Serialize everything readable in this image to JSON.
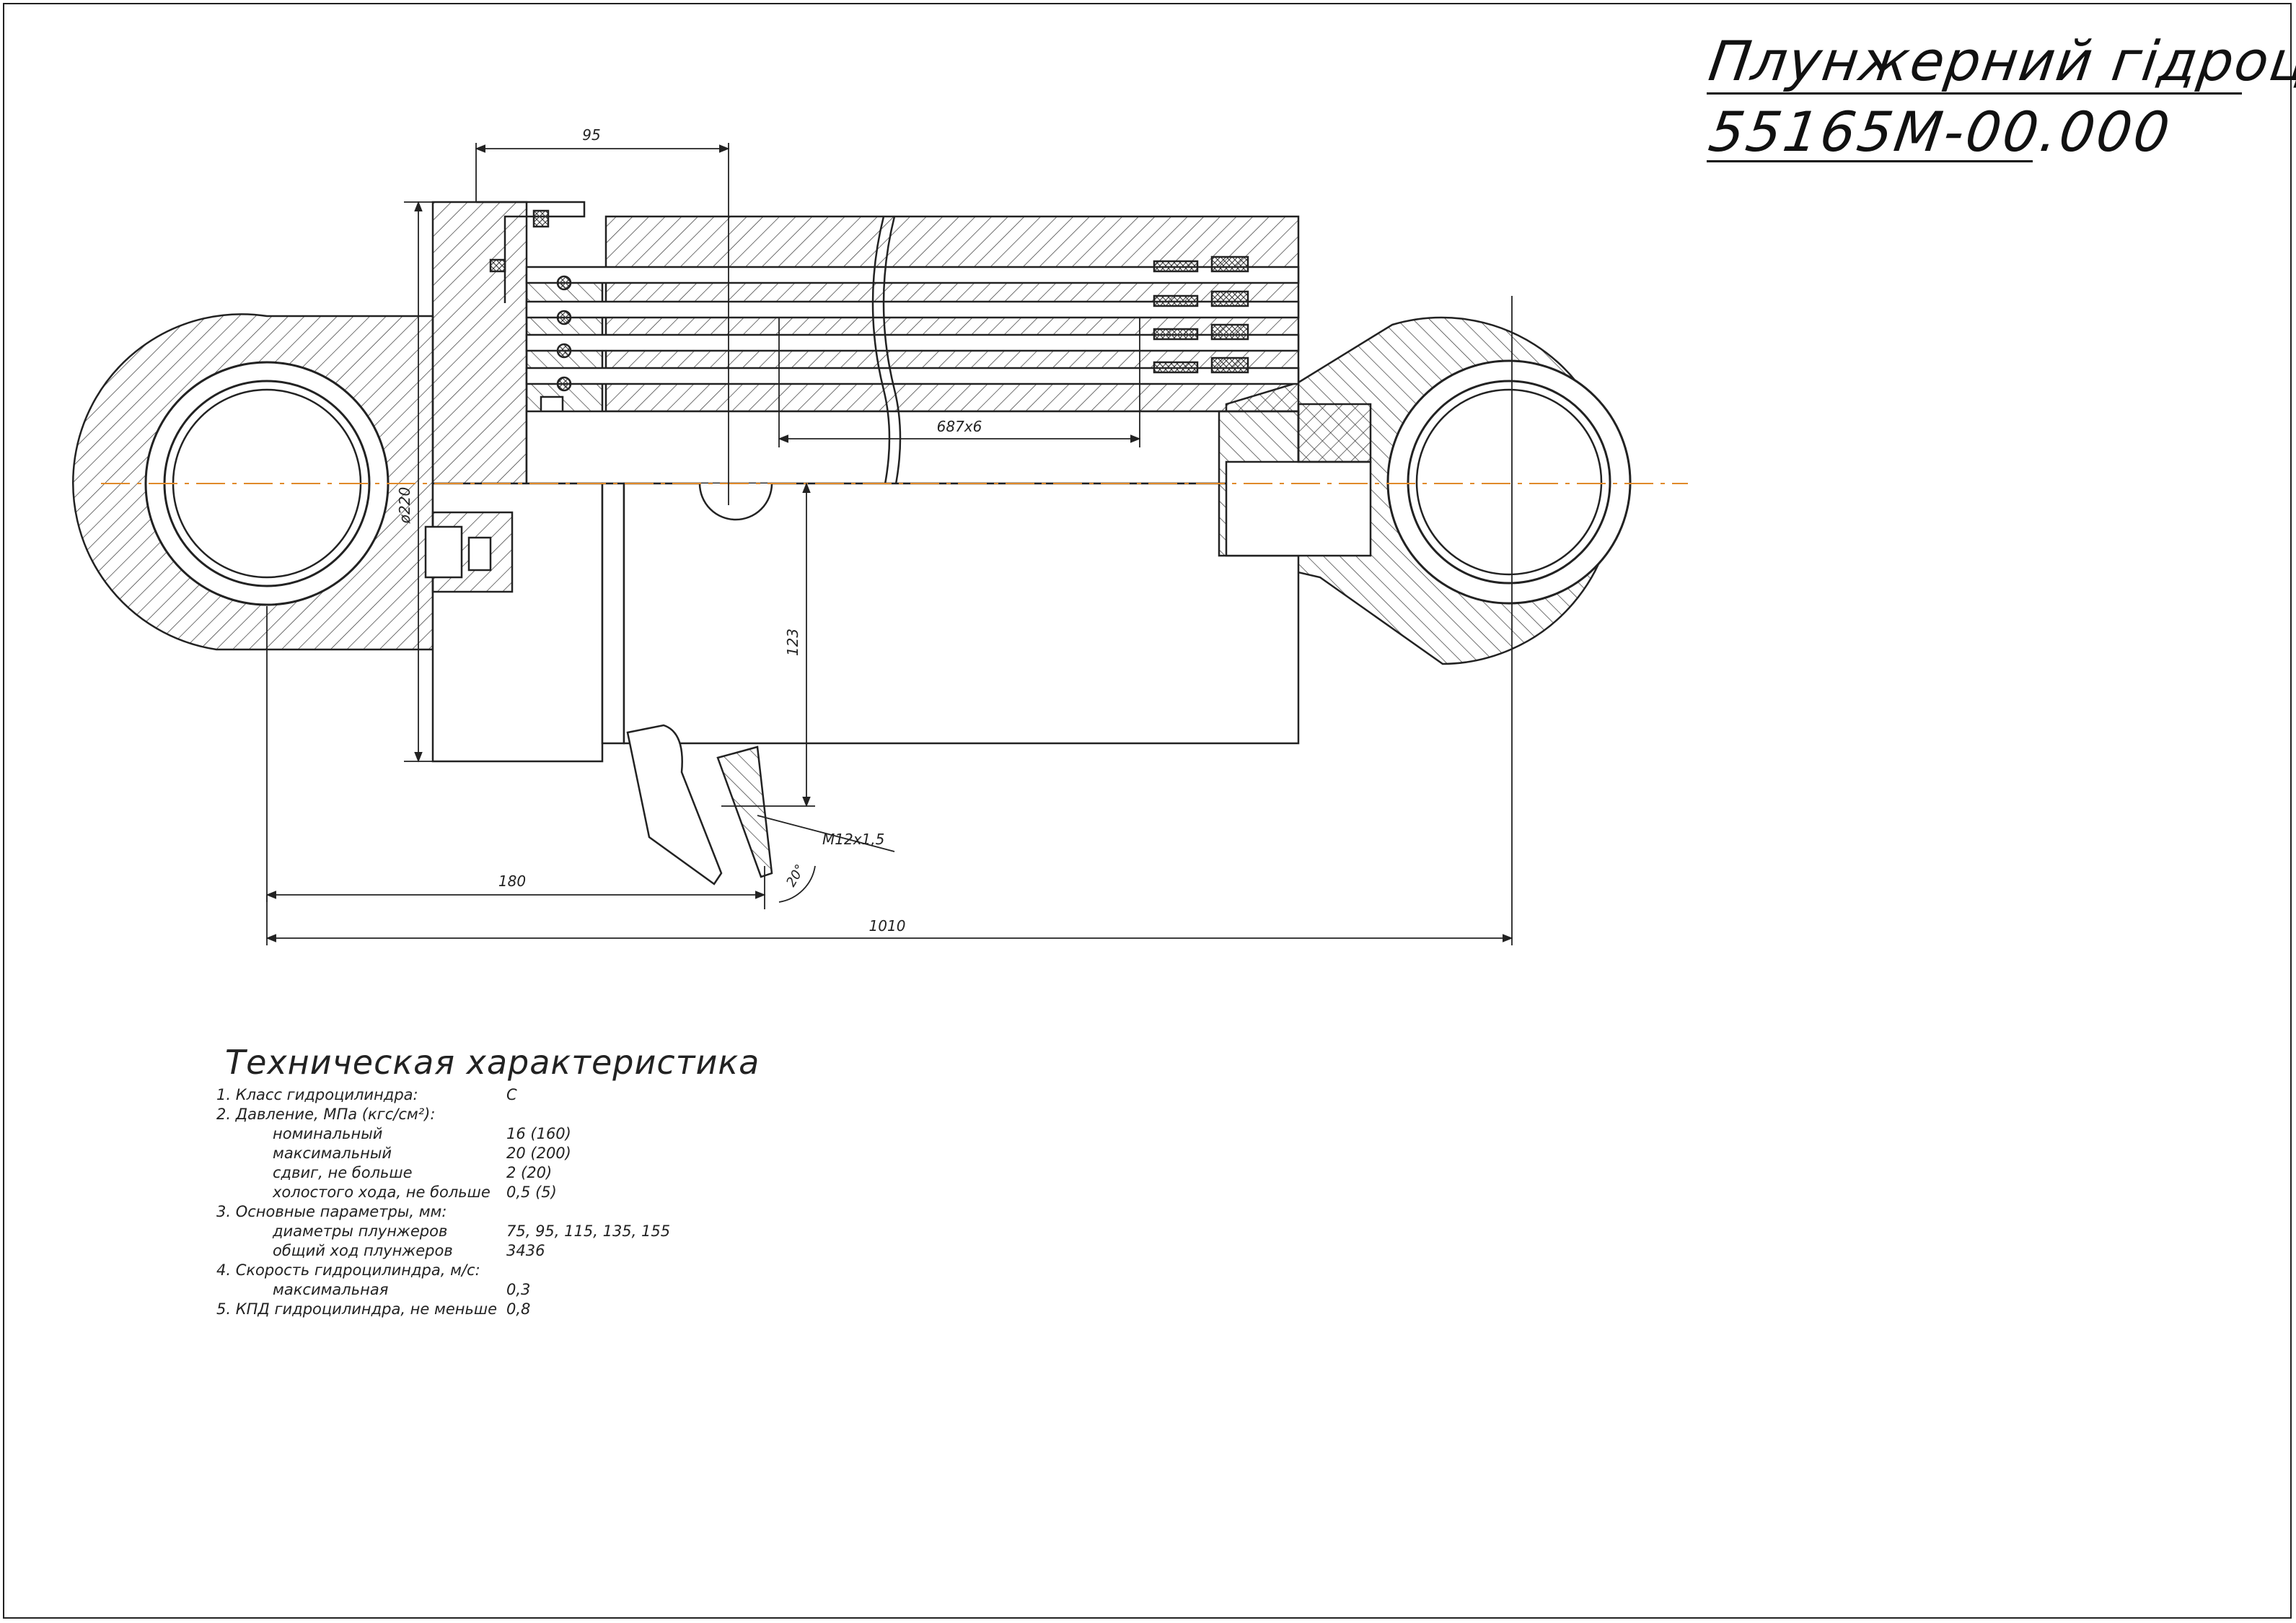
{
  "title": {
    "line1": "Плунжерний гідроциліндр",
    "line2": "55165М-00.000"
  },
  "dimensions": {
    "d95": "95",
    "d687": "687х6",
    "d220": "ø220",
    "d123": "123",
    "thread": "М12х1,5",
    "d180": "180",
    "d1010": "1010",
    "angle": "20°"
  },
  "specs": {
    "heading": "Техническая характеристика",
    "rows": [
      {
        "label": "1. Класс гидроцилиндра:",
        "value": "С",
        "indent": false
      },
      {
        "label": "2. Давление, МПа (кгс/см²):",
        "value": "",
        "indent": false
      },
      {
        "label": "номинальный",
        "value": "16 (160)",
        "indent": true
      },
      {
        "label": "максимальный",
        "value": "20 (200)",
        "indent": true
      },
      {
        "label": "сдвиг, не больше",
        "value": "2 (20)",
        "indent": true
      },
      {
        "label": "холостого хода, не больше",
        "value": "0,5 (5)",
        "indent": true
      },
      {
        "label": "3. Основные параметры, мм:",
        "value": "",
        "indent": false
      },
      {
        "label": "диаметры плунжеров",
        "value": "75, 95, 115, 135, 155",
        "indent": true
      },
      {
        "label": "общий ход плунжеров",
        "value": "3436",
        "indent": true
      },
      {
        "label": "4. Скорость гидроцилиндра, м/с:",
        "value": "",
        "indent": false
      },
      {
        "label": "максимальная",
        "value": "0,3",
        "indent": true
      },
      {
        "label": "5. КПД гидроцилиндра, не меньше",
        "value": "0,8",
        "indent": false
      }
    ]
  },
  "colors": {
    "line": "#222222",
    "centerline": "#e08a2a",
    "background": "#ffffff"
  }
}
